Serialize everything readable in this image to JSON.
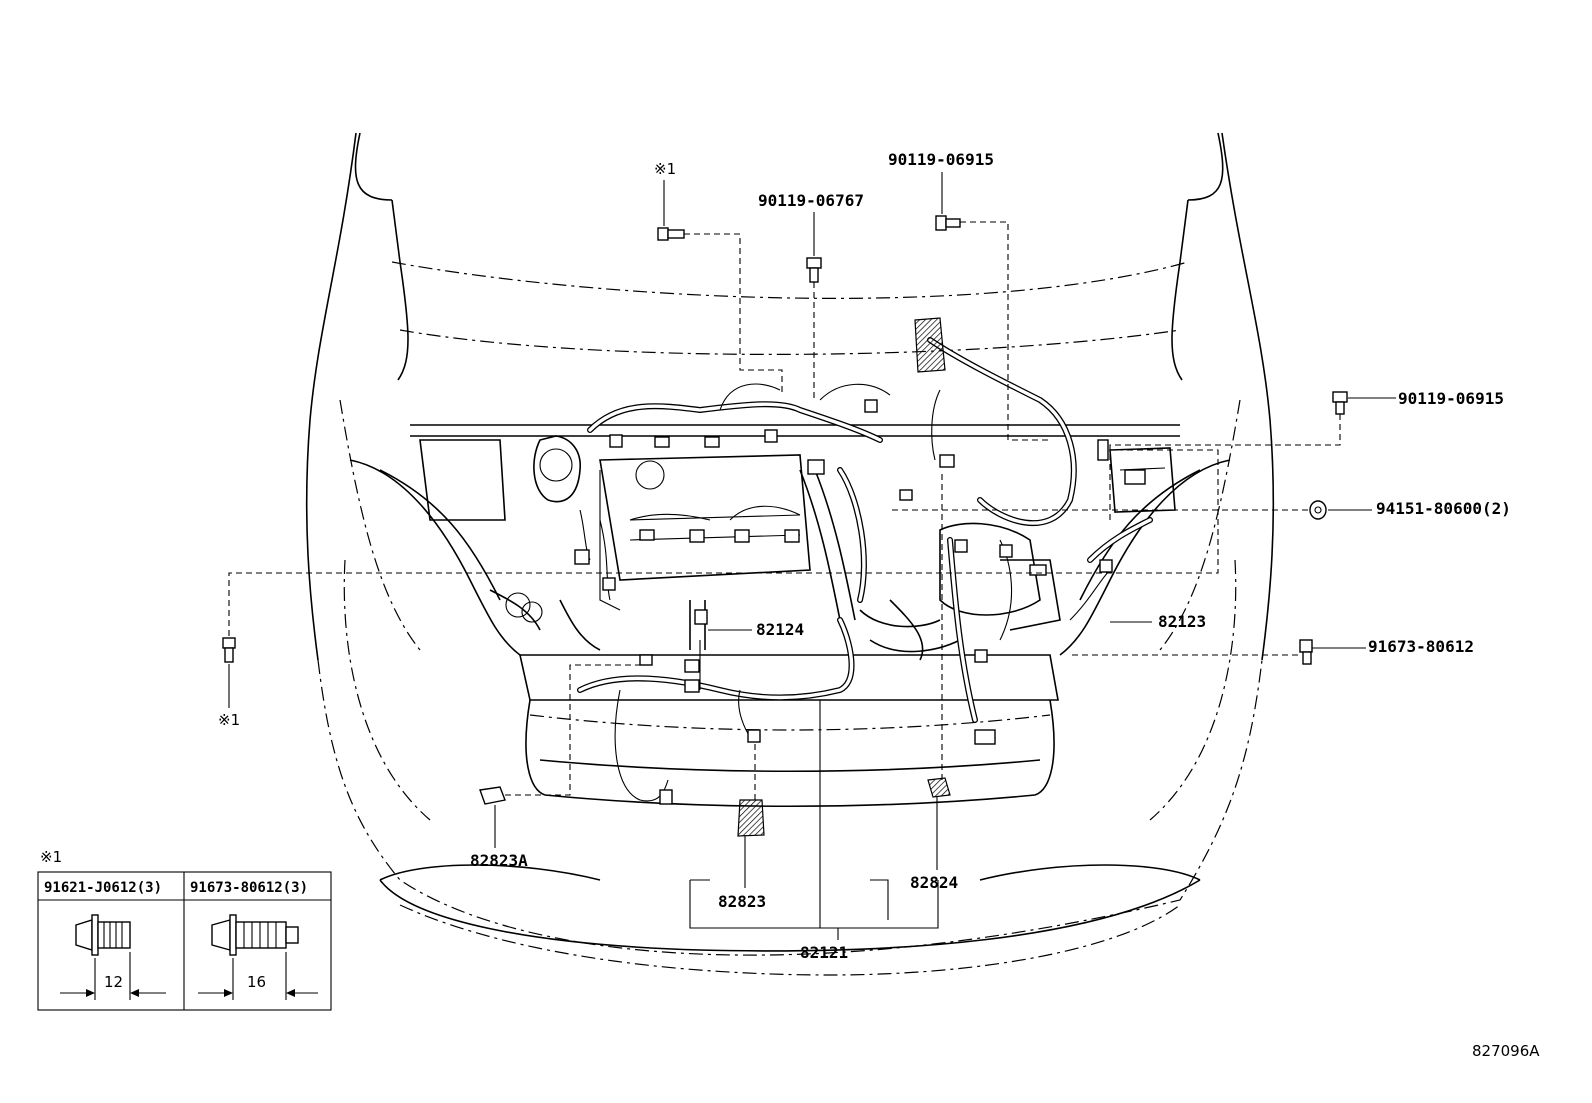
{
  "labels": {
    "ref_mark_top": "※1",
    "bolt_top_center": "90119-06767",
    "bolt_top_right": "90119-06915",
    "bolt_right_upper": "90119-06915",
    "nut_right": "94151-80600(2)",
    "bolt_right_lower": "91673-80612",
    "ref_mark_left": "※1",
    "harness_82124": "82124",
    "harness_82123": "82123",
    "clamp_82823A": "82823A",
    "clamp_82823": "82823",
    "clamp_82824": "82824",
    "harness_82121": "82121",
    "figure_id": "827096A"
  },
  "detail_table": {
    "ref_mark": "※1",
    "columns": [
      {
        "part": "91621-J0612(3)",
        "length": "12"
      },
      {
        "part": "91673-80612(3)",
        "length": "16"
      }
    ]
  }
}
